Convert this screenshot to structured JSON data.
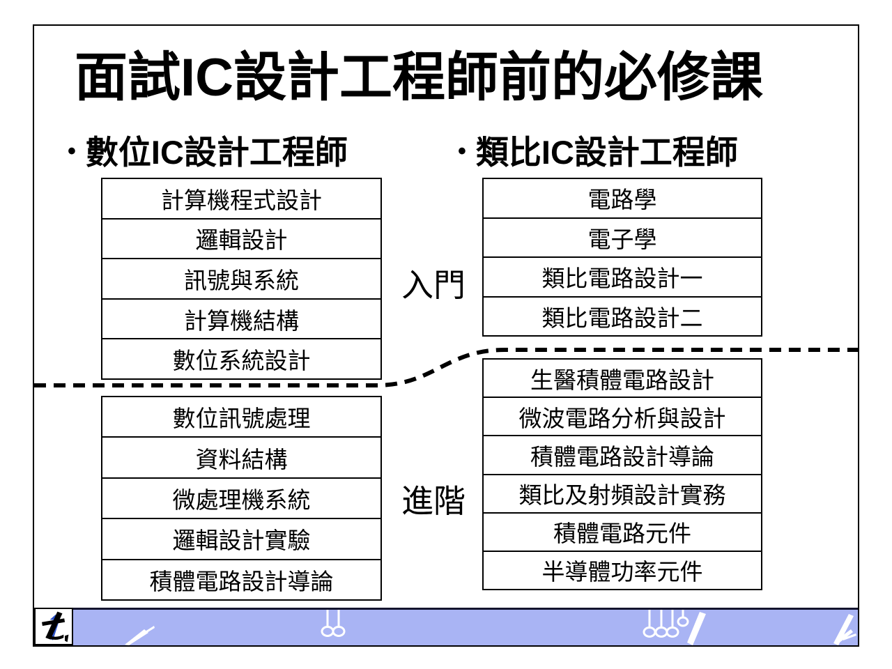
{
  "slide": {
    "title": "面試IC設計工程師前的必修課",
    "bullet": "•",
    "columns": [
      {
        "heading": "數位IC設計工程師",
        "basic": [
          "計算機程式設計",
          "邏輯設計",
          "訊號與系統",
          "計算機結構",
          "數位系統設計"
        ],
        "advanced": [
          "數位訊號處理",
          "資料結構",
          "微處理機系統",
          "邏輯設計實驗",
          "積體電路設計導論"
        ]
      },
      {
        "heading": "類比IC設計工程師",
        "basic": [
          "電路學",
          "電子學",
          "類比電路設計一",
          "類比電路設計二"
        ],
        "advanced": [
          "生醫積體電路設計",
          "微波電路分析與設計",
          "積體電路設計導論",
          "類比及射頻設計實務",
          "積體電路元件",
          "半導體功率元件"
        ]
      }
    ],
    "levels": {
      "basic": "入門",
      "advanced": "進階"
    },
    "colors": {
      "ink": "#000000",
      "footer_band": "#a9b4f4",
      "band_top_border": "#14142e",
      "logo_blue": "#2e54cb",
      "deco_white": "#ffffff"
    }
  }
}
